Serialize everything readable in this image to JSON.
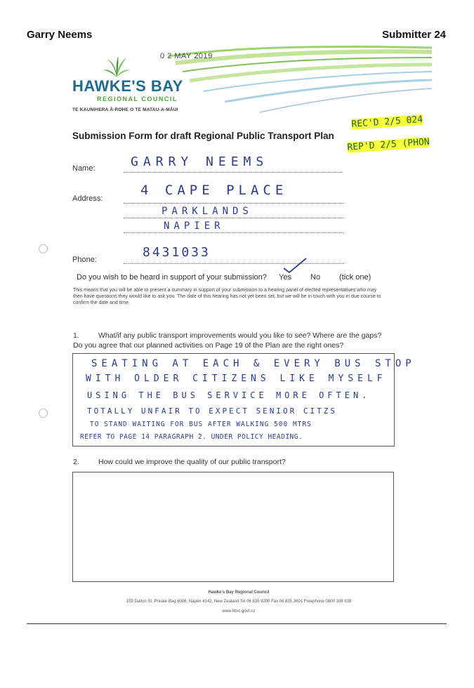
{
  "header": {
    "left": "Garry Neems",
    "right": "Submitter 24"
  },
  "stamp": "0 2 MAY 2019",
  "logo": {
    "name": "HAWKE'S BAY",
    "sub": "REGIONAL COUNCIL",
    "maori": "TE KAUNIHERA Ā-ROHE O TE MATAU-A-MĀUI",
    "colors": {
      "blue": "#1f6b8e",
      "green": "#4aa13a"
    }
  },
  "form_title": "Submission Form for draft Regional Public Transport Plan",
  "annotations": {
    "line1": "REC'D 2/5 024",
    "line2": "REP'D 2/5 (PHON"
  },
  "fields": {
    "name_label": "Name:",
    "name_value": "GARRY NEEMS",
    "address_label": "Address:",
    "address_lines": [
      "4 CAPE PLACE",
      "PARKLANDS",
      "NAPIER"
    ],
    "phone_label": "Phone:",
    "phone_value": "8431033"
  },
  "heard": {
    "question": "Do you wish to be heard in support of your submission?",
    "yes": "Yes",
    "no": "No",
    "hint": "(tick one)",
    "selected": "Yes"
  },
  "info": "This means that you will be able to present a summary in support of your submission to a hearing panel of elected representatives who may then have questions they would like to ask you. The date of this hearing has not yet been set, but we will be in touch with you in due course to confirm the date and time.",
  "q1": {
    "number": "1.",
    "text": "What/if any public transport improvements would you like to see? Where are the gaps? Do you agree that our planned activities on Page 19 of the Plan are the right ones?",
    "answer_lines": [
      "SEATING AT EACH & EVERY BUS STOP",
      "WITH OLDER CITIZENS LIKE MYSELF",
      "USING THE BUS SERVICE MORE OFTEN.",
      "TOTALLY UNFAIR TO EXPECT SENIOR CITZS",
      "TO STAND WAITING FOR BUS AFTER WALKING 500 MTRS",
      "REFER TO PAGE 14 PARAGRAPH 2. UNDER POLICY HEADING."
    ]
  },
  "q2": {
    "number": "2.",
    "text": "How could we improve the quality of our public transport?"
  },
  "footer": {
    "org": "Hawke's Bay Regional Council",
    "address": "159 Dalton St,  Private Bag 6006,  Napier 4142,  New Zealand  Tel 06 835 9200  Fax 06 835 3601  Freephone 0800 108 838",
    "web": "www.hbrc.govt.nz"
  }
}
